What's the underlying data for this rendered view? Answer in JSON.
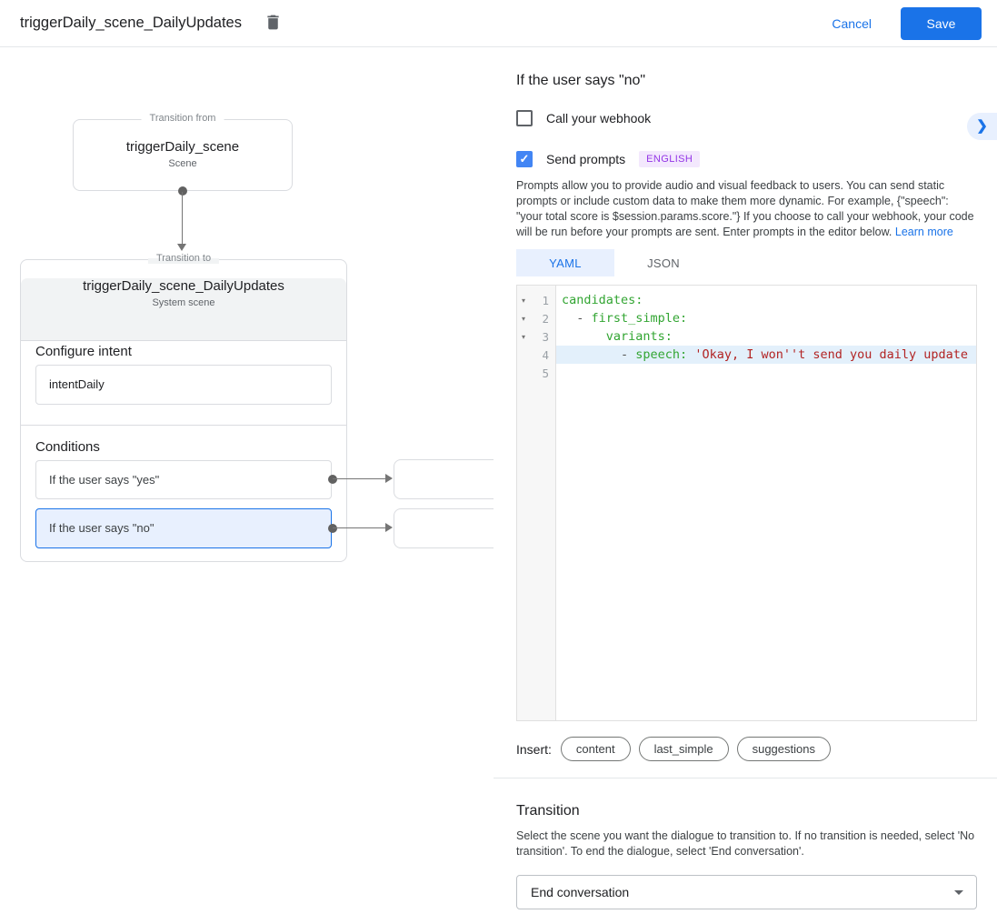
{
  "header": {
    "title": "triggerDaily_scene_DailyUpdates",
    "cancel_label": "Cancel",
    "save_label": "Save"
  },
  "colors": {
    "accent": "#1a73e8",
    "selected_bg": "#e8f0fe",
    "badge_bg": "#f3e8fd",
    "badge_text": "#9334e6",
    "code_key": "#32a532",
    "code_string": "#b22323",
    "line_highlight": "#e3f0fb"
  },
  "canvas": {
    "from_node": {
      "legend": "Transition from",
      "title": "triggerDaily_scene",
      "subtitle": "Scene"
    },
    "to_node": {
      "legend": "Transition to",
      "title": "triggerDaily_scene_DailyUpdates",
      "subtitle": "System scene",
      "intent_heading": "Configure intent",
      "intent_value": "intentDaily",
      "conditions_heading": "Conditions",
      "conditions": [
        {
          "label": "If the user says \"yes\"",
          "selected": false
        },
        {
          "label": "If the user says \"no\"",
          "selected": true
        }
      ]
    }
  },
  "panel": {
    "title": "If the user says \"no\"",
    "webhook_checkbox": {
      "label": "Call your webhook",
      "checked": false
    },
    "prompts_checkbox": {
      "label": "Send prompts",
      "checked": true,
      "badge": "ENGLISH",
      "check_glyph": "✓"
    },
    "description": "Prompts allow you to provide audio and visual feedback to users. You can send static prompts or include custom data to make them more dynamic. For example, {\"speech\": \"your total score is $session.params.score.\"} If you choose to call your webhook, your code will be run before your prompts are sent. Enter prompts in the editor below. ",
    "learn_more_label": "Learn more",
    "tabs": [
      {
        "label": "YAML",
        "active": true
      },
      {
        "label": "JSON",
        "active": false
      }
    ],
    "insert_label": "Insert:",
    "insert_chips": [
      "content",
      "last_simple",
      "suggestions"
    ],
    "transition": {
      "heading": "Transition",
      "description": "Select the scene you want the dialogue to transition to. If no transition is needed, select 'No transition'. To end the dialogue, select 'End conversation'.",
      "selected_option": "End conversation"
    }
  },
  "editor": {
    "fold_glyph": "▾",
    "lines": [
      {
        "num": "1",
        "fold": true,
        "hl": false,
        "segs": [
          [
            "k",
            "candidates:"
          ]
        ]
      },
      {
        "num": "2",
        "fold": true,
        "hl": false,
        "segs": [
          [
            "p",
            "  - "
          ],
          [
            "k",
            "first_simple:"
          ]
        ]
      },
      {
        "num": "3",
        "fold": true,
        "hl": false,
        "segs": [
          [
            "p",
            "      "
          ],
          [
            "k",
            "variants:"
          ]
        ]
      },
      {
        "num": "4",
        "fold": false,
        "hl": true,
        "segs": [
          [
            "p",
            "        - "
          ],
          [
            "k",
            "speech:"
          ],
          [
            "p",
            " "
          ],
          [
            "s",
            "'Okay, I won''t send you daily update"
          ]
        ]
      },
      {
        "num": "5",
        "fold": false,
        "hl": false,
        "segs": []
      }
    ]
  }
}
